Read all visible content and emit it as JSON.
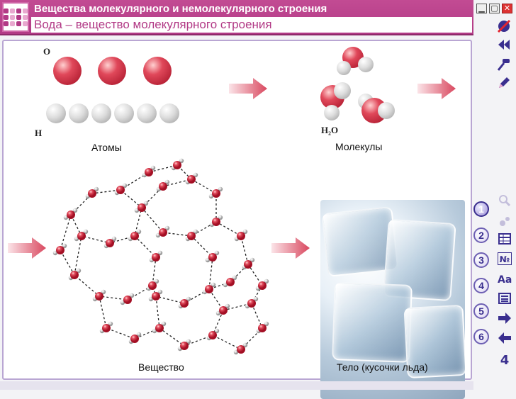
{
  "header": {
    "topic": "Вещества молекулярного и немолекулярного строения",
    "slide_title": "Вода – вещество молекулярного строения"
  },
  "window_buttons": [
    "minimize-button",
    "maximize-button",
    "close-button"
  ],
  "toolbar_top": [
    "no-sound-icon",
    "rewind-icon",
    "pointer-icon",
    "pen-icon"
  ],
  "labels": {
    "o_symbol": "O",
    "h_symbol": "H",
    "h2o_symbol": "H₂O",
    "atoms": "Атомы",
    "molecules": "Молекулы",
    "substance": "Вещество",
    "body": "Тело (кусочки льда)"
  },
  "steps": [
    "1",
    "2",
    "3",
    "4",
    "5",
    "6"
  ],
  "active_step": "1",
  "side_icons": [
    "magnify-icon",
    "gears-icon",
    "table-icon",
    "number-icon",
    "font-icon",
    "list-icon",
    "next-arrow-icon",
    "prev-arrow-icon"
  ],
  "side_texts": {
    "number": "№",
    "font": "Aa"
  },
  "page_number": "4",
  "colors": {
    "accent": "#b23a86",
    "arrow": "#d9485f",
    "nav": "#3a2f8f"
  }
}
